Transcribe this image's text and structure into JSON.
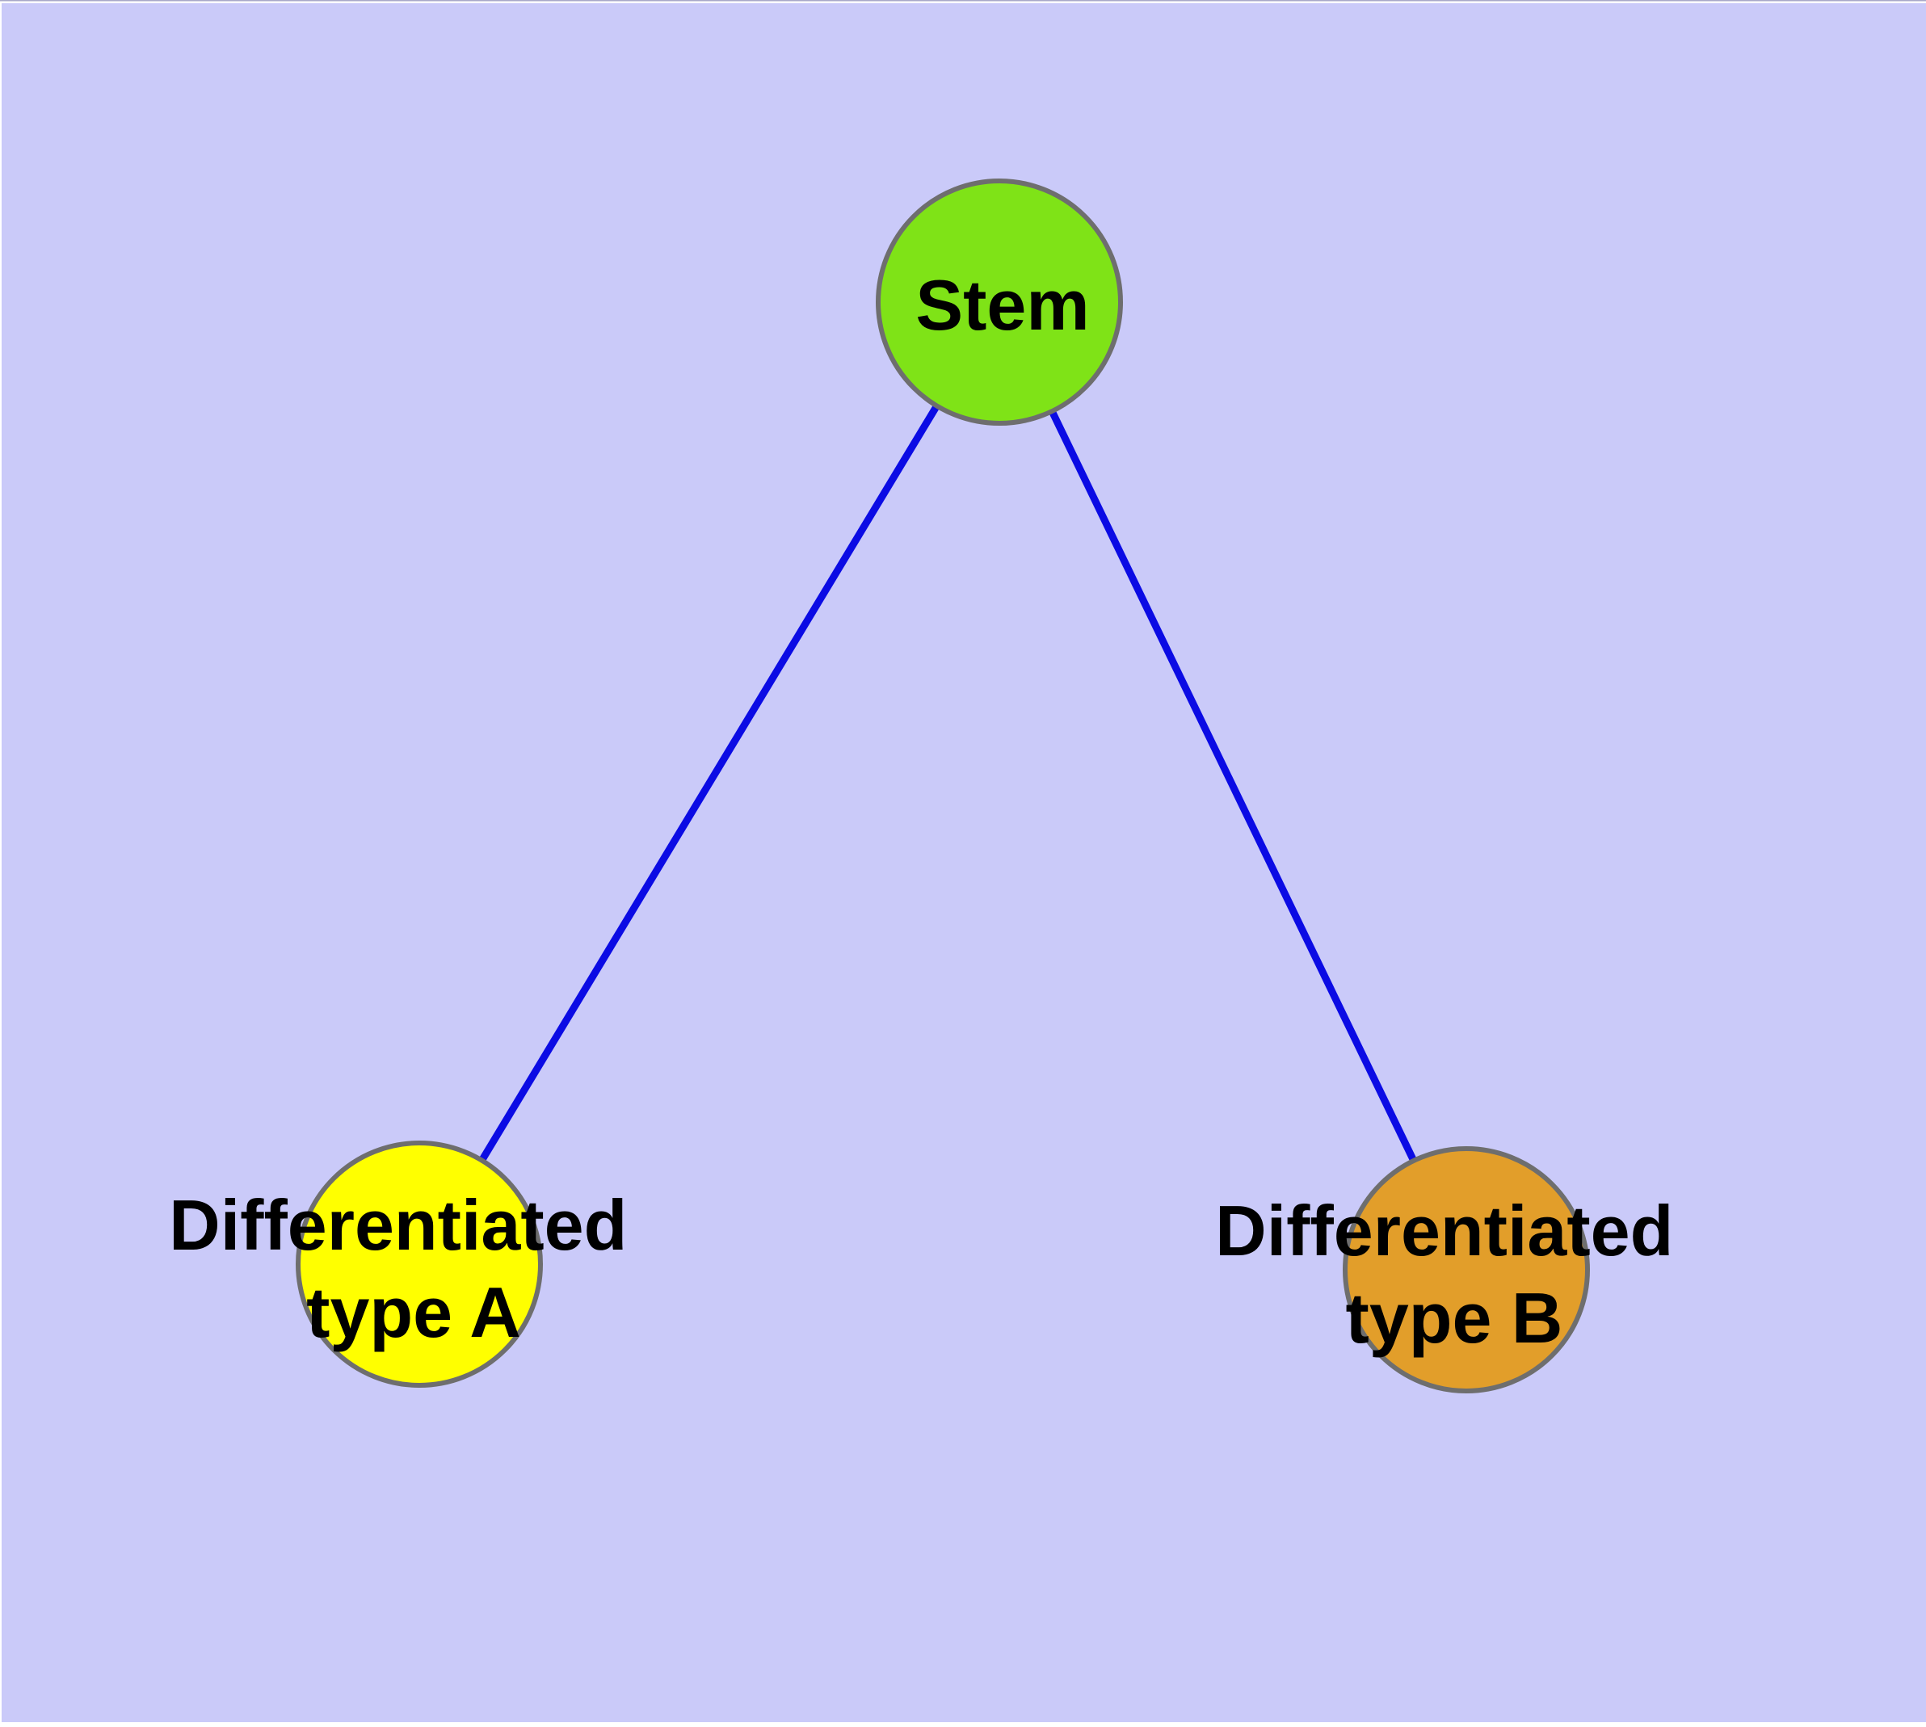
{
  "diagram": {
    "type": "node-link-graph",
    "colors": {
      "background": "#cacaf9",
      "frame": "#ffffff",
      "top_hairline": "#a8a8c8",
      "edge": "#0b0be4",
      "node_border": "#6e6e6e",
      "label_text": "#000000"
    },
    "nodes": [
      {
        "id": "stem",
        "full_label": "Stem",
        "lines": [
          "Stem"
        ],
        "fill": "#7fe317"
      },
      {
        "id": "differentiated-type-a",
        "full_label": "Differentiated type A",
        "lines": [
          "Differentiated",
          "type A"
        ],
        "fill": "#ffff00"
      },
      {
        "id": "differentiated-type-b",
        "full_label": "Differentiated type B",
        "lines": [
          "Differentiated",
          "type B"
        ],
        "fill": "#e29e2a"
      }
    ],
    "edges": [
      {
        "from": "stem",
        "to": "differentiated-type-a"
      },
      {
        "from": "stem",
        "to": "differentiated-type-b"
      }
    ]
  }
}
